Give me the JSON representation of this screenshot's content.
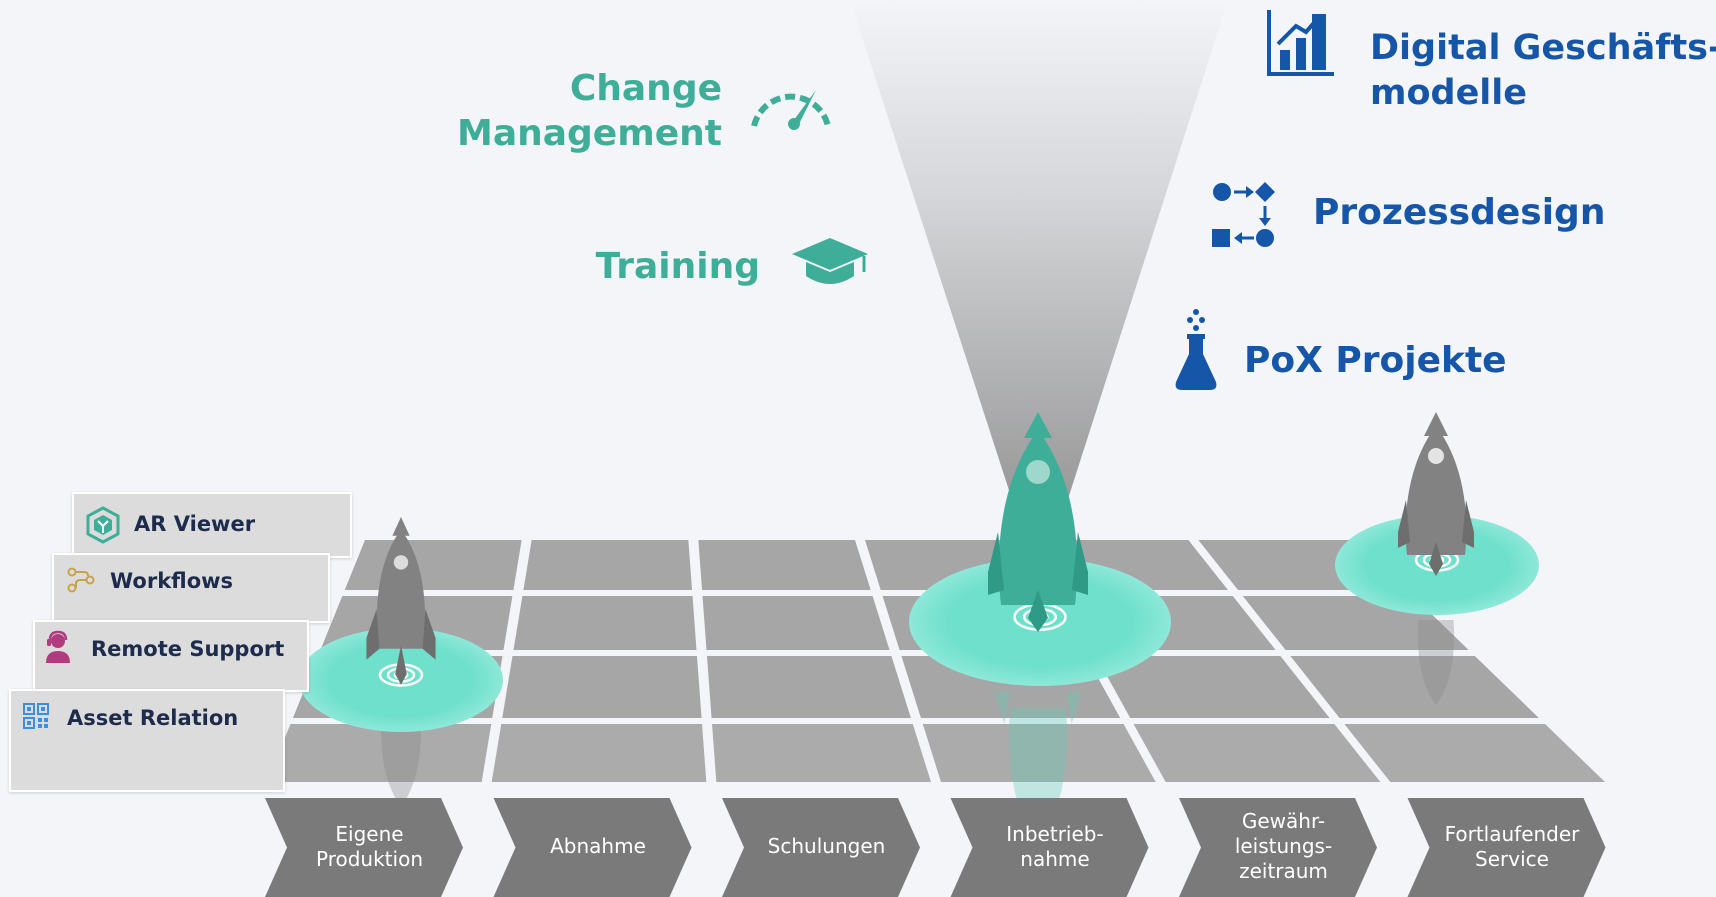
{
  "labels": {
    "change_management": [
      "Change",
      "Management"
    ],
    "training": "Training",
    "digital_models": [
      "Digital Geschäfts-",
      "modelle"
    ],
    "prozessdesign": "Prozessdesign",
    "pox": "PoX Projekte"
  },
  "cards": [
    {
      "label": "AR Viewer",
      "icon": "ar-viewer-icon"
    },
    {
      "label": "Workflows",
      "icon": "workflows-icon"
    },
    {
      "label": "Remote Support",
      "icon": "remote-support-icon"
    },
    {
      "label": "Asset Relation",
      "icon": "asset-relation-icon"
    }
  ],
  "phases": [
    [
      "Eigene",
      "Produktion"
    ],
    [
      "Abnahme"
    ],
    [
      "Schulungen"
    ],
    [
      "Inbetrieb-",
      "nahme"
    ],
    [
      "Gewähr-",
      "leistungs-",
      "zeitraum"
    ],
    [
      "Fortlaufender",
      "Service"
    ]
  ],
  "colors": {
    "teal": "#3fae99",
    "blue": "#1656a8",
    "mint": "#6fe0cc",
    "rocket_grey": "#808080",
    "rocket_teal": "#3fae99",
    "tile": "#a5a5a5",
    "chevron": "#7a7a7a"
  }
}
